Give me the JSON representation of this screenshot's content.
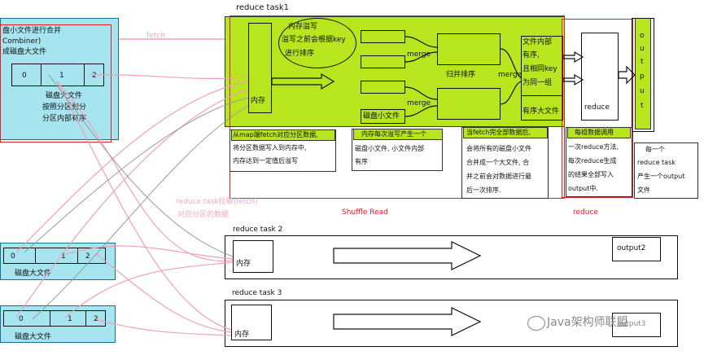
{
  "left_map_top": {
    "lines": [
      "盘小文件进行合并",
      "Combiner)",
      "成磁盘大文件"
    ],
    "cells": [
      "0",
      "1",
      "2"
    ],
    "notes": [
      "磁盘大文件",
      "按照分区划分",
      "分区内部有序"
    ]
  },
  "left_map_mid": {
    "cells": [
      "0",
      "1",
      "2"
    ],
    "label": "磁盘大文件"
  },
  "left_map_bot": {
    "cells": [
      "0",
      "1",
      "2"
    ],
    "label": "磁盘大文件"
  },
  "fetch_label": "fetch",
  "pink_note": [
    "reduce task拉取(fetch)",
    "对应分区的数据"
  ],
  "task1": {
    "title": "reduce task1",
    "memory": "内存",
    "bubble": [
      "内存溢写",
      "溢写之前会根据key",
      "进行排序"
    ],
    "merge_labels": [
      "merge",
      "merge",
      "merge"
    ],
    "merge_sort": "归并排序",
    "disk_small": "磁盘小文件",
    "inner_sorted": [
      "文件内部",
      "有序,",
      "且相同key",
      "为同一组"
    ],
    "sorted_big": "有序大文件",
    "reduce": "reduce",
    "output": [
      "o",
      "u",
      "t",
      "p",
      "u",
      "t"
    ]
  },
  "notes": {
    "n1": [
      "从map端fetch对应分区数据,",
      "将分区数据写入到内存中,",
      "内存达到一定值后溢写"
    ],
    "n2": [
      "内存每次溢写产生一个",
      "磁盘小文件, 小文件内部",
      "有序"
    ],
    "n3": [
      "当fetch完全部数据后,",
      "会将所有的磁盘小文件",
      "合并成一个大文件, 合",
      "并之前会对数据进行最",
      "后一次排序."
    ],
    "n4": [
      "每组数据调用",
      "一次reduce方法,",
      "每次reduce生成",
      "的结果全部写入",
      "output中."
    ],
    "n5": [
      "每一个",
      "reduce task",
      "产生一个output",
      "文件"
    ]
  },
  "shuffle_read": "Shuffle Read",
  "reduce_label": "reduce",
  "task2": {
    "title": "reduce task 2",
    "memory": "内存",
    "output": "output2"
  },
  "task3": {
    "title": "reduce task 3",
    "memory": "内存",
    "output": "output3"
  },
  "watermark": "Java架构师联盟"
}
